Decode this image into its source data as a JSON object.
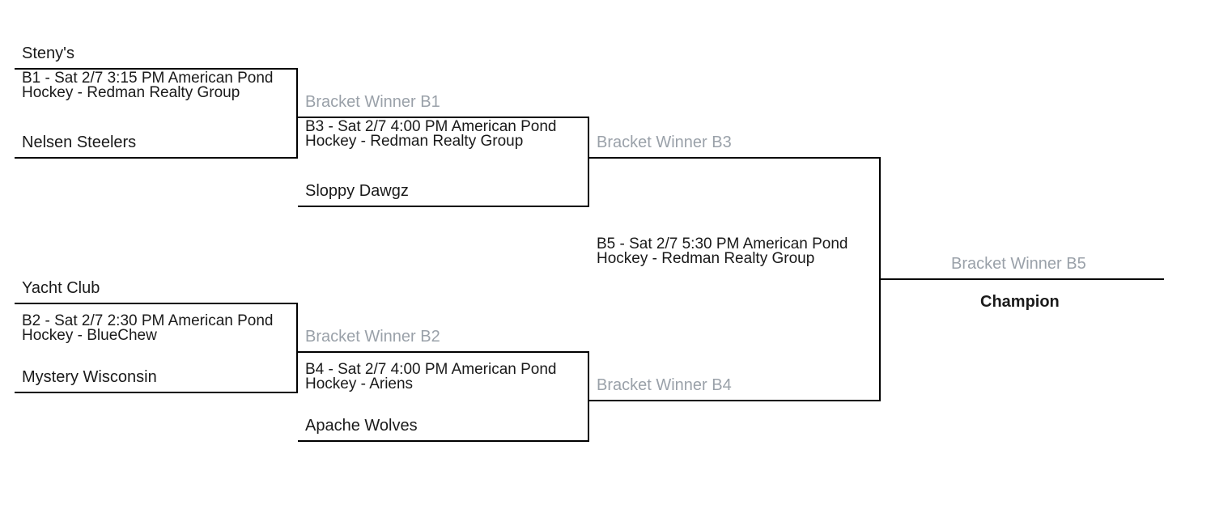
{
  "round1": [
    {
      "top_team": "Steny's",
      "game": "B1  -  Sat 2/7 3:15 PM  American Pond Hockey - Redman Realty Group",
      "bottom_team": "Nelsen Steelers"
    },
    {
      "top_team": "Yacht Club",
      "game": "B2  -  Sat 2/7 2:30 PM  American Pond Hockey - BlueChew",
      "bottom_team": "Mystery Wisconsin"
    }
  ],
  "round2": [
    {
      "top_team": "Bracket Winner B1",
      "game": "B3  -  Sat 2/7 4:00 PM  American Pond Hockey - Redman Realty Group",
      "bottom_team": "Sloppy Dawgz"
    },
    {
      "top_team": "Bracket Winner B2",
      "game": "B4  -  Sat 2/7 4:00 PM  American Pond Hockey - Ariens",
      "bottom_team": "Apache Wolves"
    }
  ],
  "final": {
    "top_team": "Bracket Winner B3",
    "game": "B5  -  Sat 2/7 5:30 PM  American Pond Hockey - Redman Realty Group",
    "bottom_team": "Bracket Winner B4"
  },
  "winner": {
    "team": "Bracket Winner B5",
    "label": "Champion"
  },
  "colors": {
    "text": "#1a1a1a",
    "placeholder": "#9aa1a9",
    "line": "#000000"
  }
}
